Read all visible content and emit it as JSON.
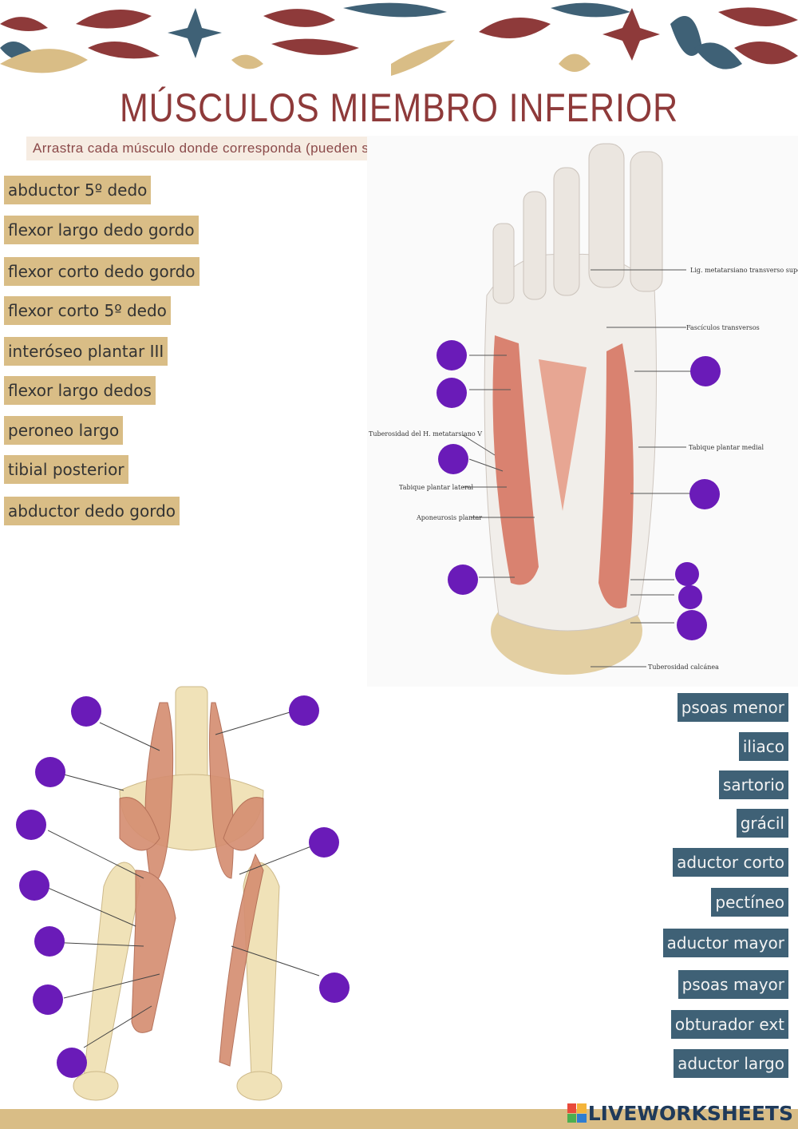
{
  "title": "MÚSCULOS MIEMBRO INFERIOR",
  "instruction": "Arrastra cada músculo donde corresponda (pueden sobrar puntos)",
  "foot_labels": [
    {
      "text": "abductor 5º dedo"
    },
    {
      "text": "flexor largo dedo gordo"
    },
    {
      "text": "flexor corto dedo gordo"
    },
    {
      "text": "flexor corto 5º dedo"
    },
    {
      "text": "interóseo plantar III"
    },
    {
      "text": "flexor largo dedos"
    },
    {
      "text": "peroneo largo"
    },
    {
      "text": "tibial posterior"
    },
    {
      "text": "abductor dedo gordo"
    }
  ],
  "hip_labels": [
    {
      "text": "psoas menor"
    },
    {
      "text": "iliaco"
    },
    {
      "text": "sartorio"
    },
    {
      "text": "grácil"
    },
    {
      "text": "aductor corto"
    },
    {
      "text": "pectíneo"
    },
    {
      "text": "aductor mayor"
    },
    {
      "text": "psoas mayor"
    },
    {
      "text": "obturador ext"
    },
    {
      "text": "aductor largo"
    }
  ],
  "foot_annotations": [
    "Lig. metatarsiano transverso superficial",
    "Fascículos transversos",
    "Tuberosidad del H. metatarsiano V",
    "Tabique plantar medial",
    "Tabique plantar lateral",
    "Aponeurosis plantar",
    "Tuberosidad calcánea"
  ],
  "brand": "LIVEWORKSHEETS",
  "colors": {
    "title": "#8e3a3a",
    "tan_chip": "#d9bd86",
    "blue_chip": "#3f6176",
    "drop_dot": "#6a1bb8",
    "footer": "#d9bd86"
  }
}
